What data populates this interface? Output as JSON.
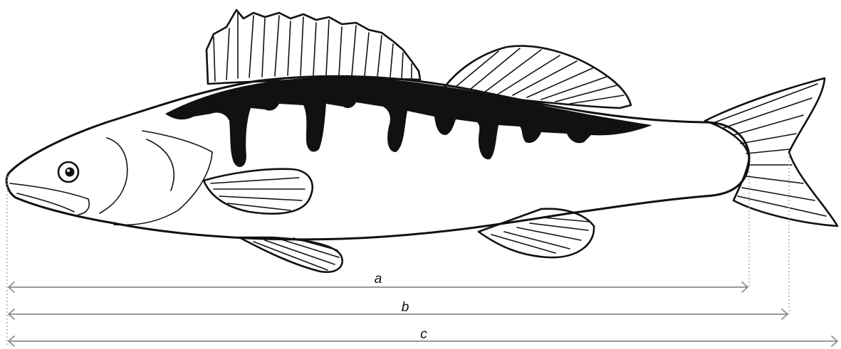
{
  "figure": {
    "subject": "perch-fish-side-view",
    "measurements": [
      {
        "key": "a",
        "label": "a"
      },
      {
        "key": "b",
        "label": "b"
      },
      {
        "key": "c",
        "label": "c"
      }
    ],
    "colors": {
      "ink": "#111111",
      "dimension_lines": "#8c8c8c",
      "background": "#ffffff"
    }
  }
}
